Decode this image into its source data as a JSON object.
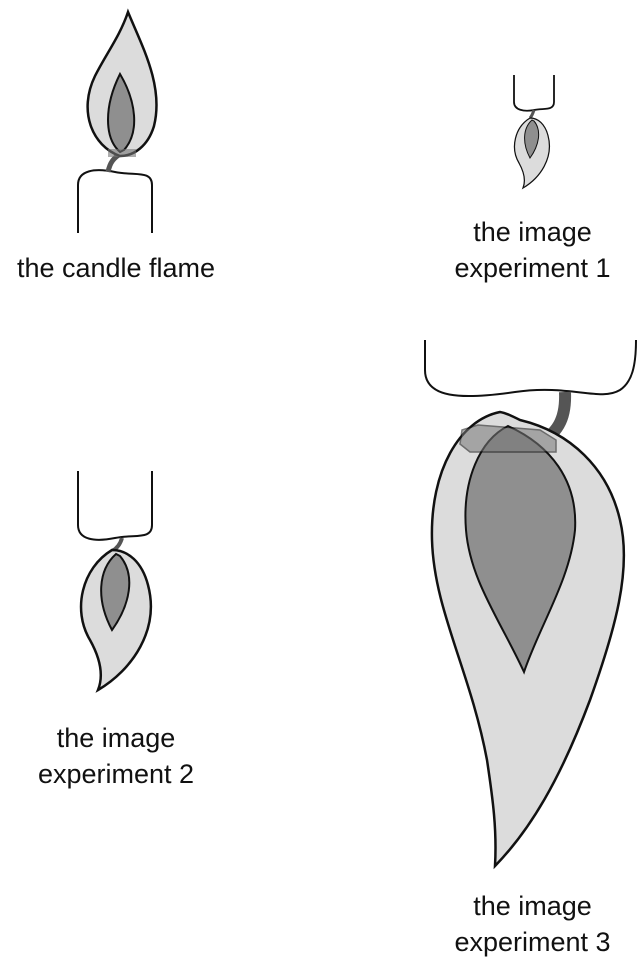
{
  "captions": {
    "candle_flame": "the candle flame",
    "experiment1": [
      "the image",
      "experiment 1"
    ],
    "experiment2": [
      "the image",
      "experiment 2"
    ],
    "experiment3": [
      "the image",
      "experiment 3"
    ]
  },
  "colors": {
    "outer_flame": "#dcdcdc",
    "inner_flame": "#8f8f8f",
    "wick": "#555555",
    "outline": "#111111",
    "background": "#ffffff"
  }
}
